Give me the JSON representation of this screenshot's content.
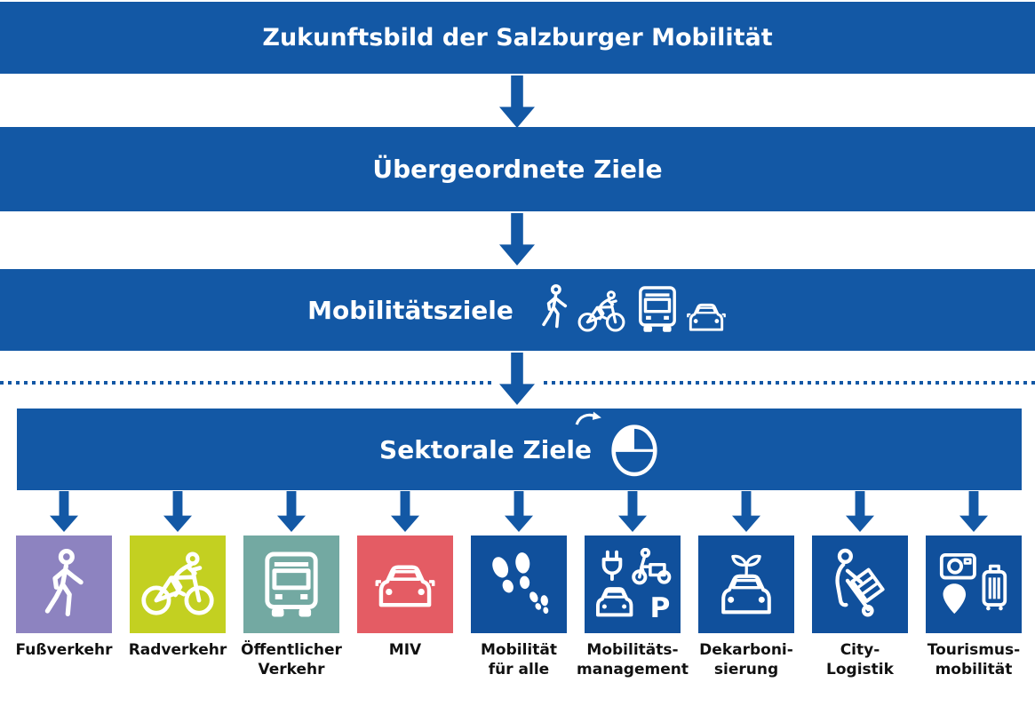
{
  "title": "Zukunftsbild der Salzburger Mobilität",
  "banners": {
    "uebergeordnete_ziele": "Übergeordnete Ziele",
    "mobilitaetsziele": "Mobilitätsziele",
    "sektorale_ziele": "Sektorale Ziele"
  },
  "mobilitaetsziele_icons": [
    "pedestrian-icon",
    "cyclist-icon",
    "bus-icon",
    "car-icon"
  ],
  "sektorale_icons": [
    "rotate-arrow-icon",
    "pie-chart-icon"
  ],
  "colors": {
    "banner_blue": "#1358a5",
    "box_blue": "#10509c",
    "purple": "#8d83c0",
    "green": "#c3d021",
    "teal": "#73a9a2",
    "red": "#e45c64",
    "label_text": "#111111",
    "icon_white": "#ffffff"
  },
  "sectors": [
    {
      "name": "fussverkehr",
      "full_label": "Fußverkehr",
      "line1": "Fußverkehr",
      "line2": "",
      "icon": "pedestrian-icon",
      "color": "#8d83c0"
    },
    {
      "name": "radverkehr",
      "full_label": "Radverkehr",
      "line1": "Radverkehr",
      "line2": "",
      "icon": "cyclist-icon",
      "color": "#c3d021"
    },
    {
      "name": "oeffentlicher-verkehr",
      "full_label": "Öffentlicher Verkehr",
      "line1": "Öffentlicher",
      "line2": "Verkehr",
      "icon": "bus-icon",
      "color": "#73a9a2"
    },
    {
      "name": "miv",
      "full_label": "MIV",
      "line1": "MIV",
      "line2": "",
      "icon": "car-icon",
      "color": "#e45c64"
    },
    {
      "name": "mobilitaet-fuer-alle",
      "full_label": "Mobilität für alle",
      "line1": "Mobilität",
      "line2": "für alle",
      "icon": "footprints-icon",
      "color": "#10509c"
    },
    {
      "name": "mobilitaetsmanagement",
      "full_label": "Mobilitäts-management",
      "line1": "Mobilitäts-",
      "line2": "management",
      "icon": "mobility-management-icon",
      "color": "#10509c"
    },
    {
      "name": "dekarbonisierung",
      "full_label": "Dekarboni-sierung",
      "line1": "Dekarboni-",
      "line2": "sierung",
      "icon": "car-sprout-icon",
      "color": "#10509c"
    },
    {
      "name": "city-logistik",
      "full_label": "City-Logistik",
      "line1": "City-",
      "line2": "Logistik",
      "icon": "hand-truck-icon",
      "color": "#10509c"
    },
    {
      "name": "tourismusmobilitaet",
      "full_label": "Tourismus-mobilität",
      "line1": "Tourismus-",
      "line2": "mobilität",
      "icon": "tourism-icon",
      "color": "#10509c"
    }
  ]
}
